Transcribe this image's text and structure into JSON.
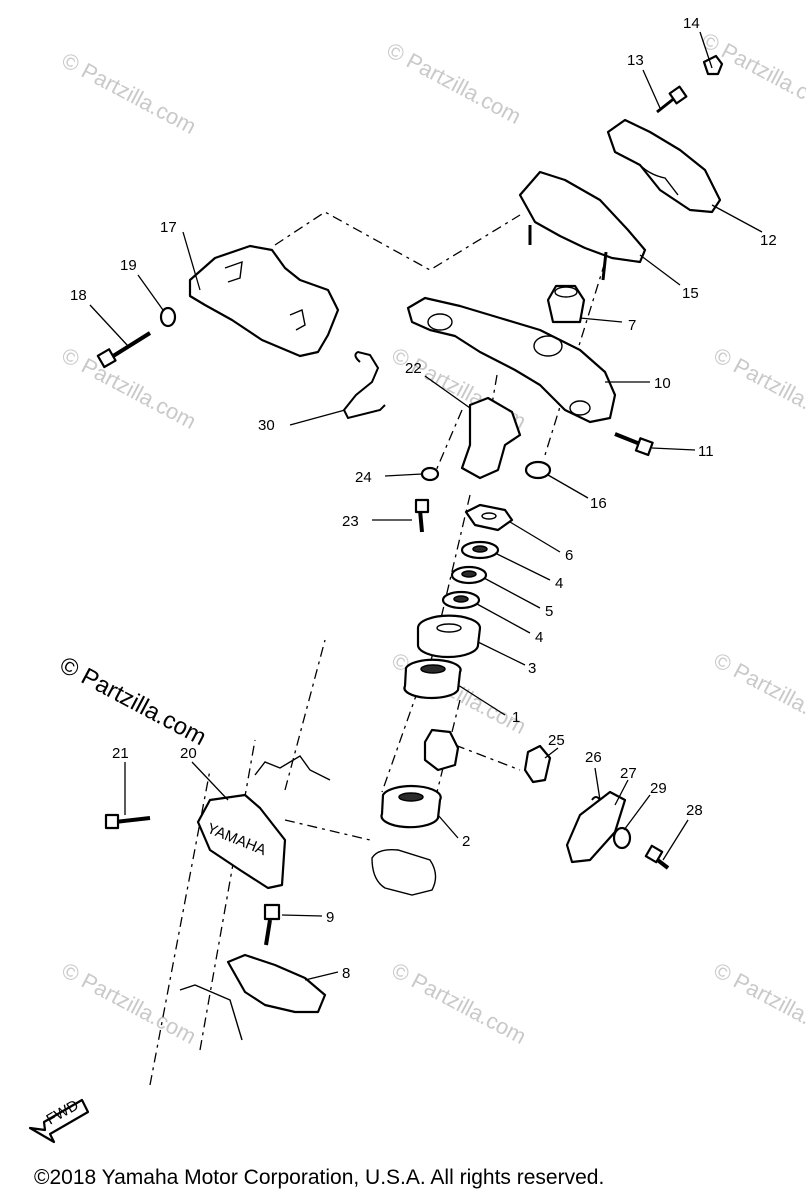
{
  "watermark": "© Partzilla.com",
  "callouts": {
    "n1": "1",
    "n2": "2",
    "n3": "3",
    "n4a": "4",
    "n4b": "4",
    "n5": "5",
    "n6": "6",
    "n7": "7",
    "n8": "8",
    "n9": "9",
    "n10": "10",
    "n11": "11",
    "n12": "12",
    "n13": "13",
    "n14": "14",
    "n15": "15",
    "n16": "16",
    "n17": "17",
    "n18": "18",
    "n19": "19",
    "n20": "20",
    "n21": "21",
    "n22": "22",
    "n23": "23",
    "n24": "24",
    "n25": "25",
    "n26": "26",
    "n27": "27",
    "n28": "28",
    "n29": "29",
    "n30": "30"
  },
  "part_marks": {
    "bracket_text": "YAMAHA",
    "fwd": "FWD"
  },
  "copyright": "©2018  Yamaha Motor Corporation, U.S.A. All rights reserved."
}
